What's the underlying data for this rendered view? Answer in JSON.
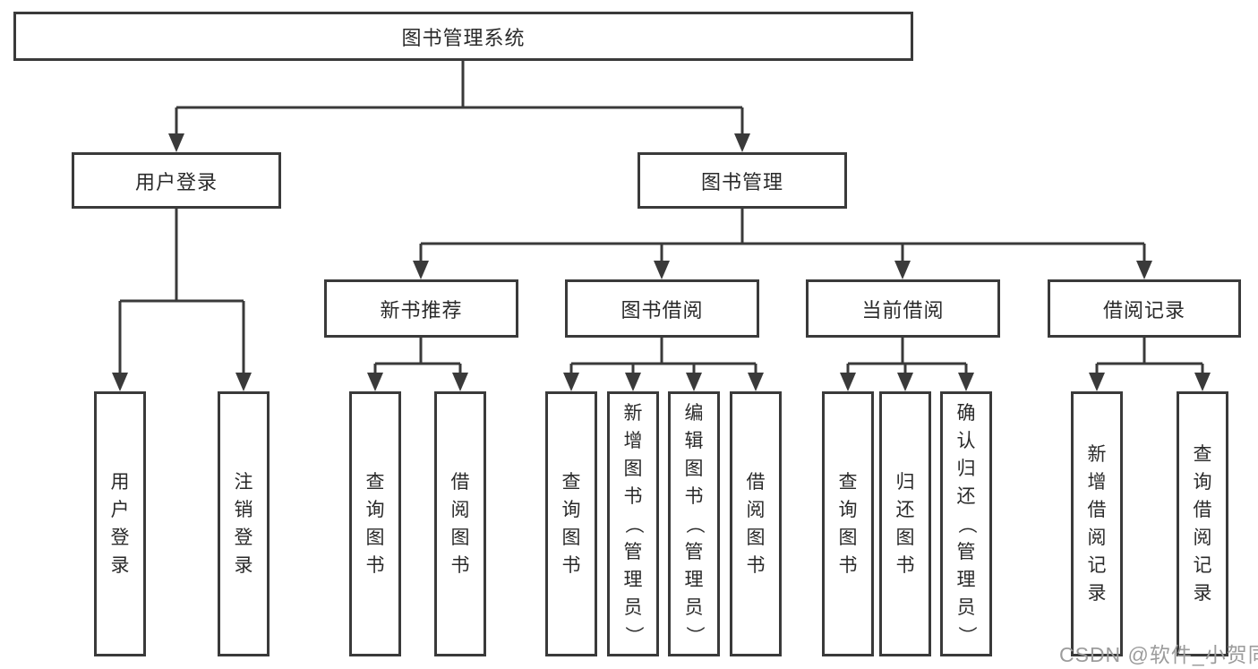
{
  "diagram": {
    "title_node": {
      "label": "图书管理系统"
    },
    "level2": [
      {
        "label": "用户登录"
      },
      {
        "label": "图书管理"
      }
    ],
    "level3": [
      {
        "label": "新书推荐"
      },
      {
        "label": "图书借阅"
      },
      {
        "label": "当前借阅"
      },
      {
        "label": "借阅记录"
      }
    ],
    "leaf_groups": [
      {
        "parent": "用户登录",
        "items": [
          "用户登录",
          "注销登录"
        ]
      },
      {
        "parent": "新书推荐",
        "items": [
          "查询图书",
          "借阅图书"
        ]
      },
      {
        "parent": "图书借阅",
        "items": [
          "查询图书",
          "新增图书（管理员）",
          "编辑图书（管理员）",
          "借阅图书"
        ]
      },
      {
        "parent": "当前借阅",
        "items": [
          "查询图书",
          "归还图书",
          "确认归还（管理员）"
        ]
      },
      {
        "parent": "借阅记录",
        "items": [
          "新增借阅记录",
          "查询借阅记录"
        ]
      }
    ]
  },
  "watermark": {
    "text": "CSDN @软件_小贺同学"
  },
  "colors": {
    "line": "#3a3a3a",
    "text": "#2a2a2a",
    "watermark": "#9c9c9c",
    "background": "#ffffff"
  }
}
